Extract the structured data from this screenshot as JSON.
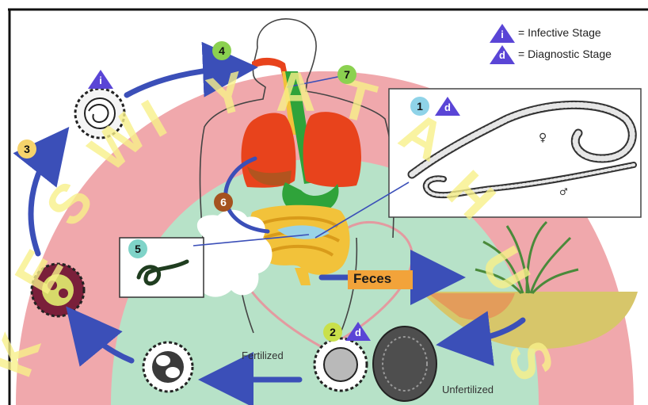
{
  "legend": {
    "infective": {
      "symbol": "i",
      "text": "= Infective Stage"
    },
    "diagnostic": {
      "symbol": "d",
      "text": "= Diagnostic Stage"
    }
  },
  "steps": {
    "s1": "1",
    "s2": "2",
    "s3": "3",
    "s4": "4",
    "s5": "5",
    "s6": "6",
    "s7": "7"
  },
  "stage_markers": {
    "i": "i",
    "d": "d"
  },
  "labels": {
    "feces": "Feces",
    "fertilized": "Fertilized",
    "unfertilized": "Unfertilized"
  },
  "worm_sex": {
    "female": "♀",
    "male": "♂"
  },
  "watermark": "KESWIYATAHUS",
  "colors": {
    "arc_pink": "#f0a8ac",
    "arc_green": "#b7e2c8",
    "arrow_blue": "#3b4fb8",
    "lungs": "#e8431c",
    "intestine": "#f2c23a",
    "badge_green": "#8bd150",
    "badge_yellow": "#f6d36b",
    "badge_teal": "#7fd3c8",
    "badge_brown": "#a5521f",
    "badge_lightblue": "#8fd3e8",
    "tri_purple": "#5a45d6",
    "watermark_yellow": "#f7f08a"
  }
}
